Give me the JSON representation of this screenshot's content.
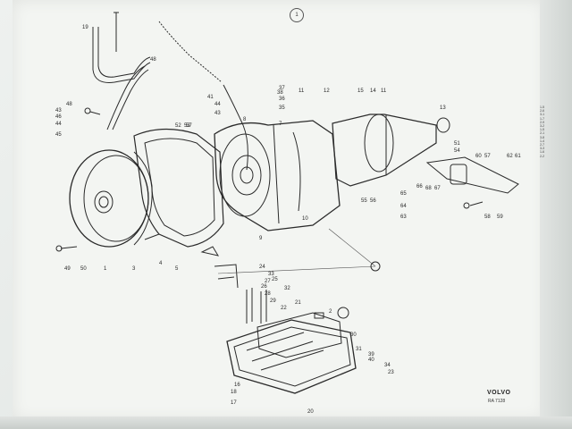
{
  "diagram": {
    "page_number": "1",
    "brand": "VOLVO",
    "code": "RA 7128",
    "side_codes": [
      "1-5",
      "2-6",
      "3-1",
      "1-7",
      "2-9",
      "3-2",
      "1-5",
      "2-1",
      "3-8",
      "1-4",
      "2-7",
      "3-3",
      "1-6",
      "2-2"
    ],
    "part_labels": [
      {
        "id": "p19",
        "text": "19"
      },
      {
        "id": "p48a",
        "text": "48"
      },
      {
        "id": "p46",
        "text": "46"
      },
      {
        "id": "p44",
        "text": "44"
      },
      {
        "id": "p43",
        "text": "43"
      },
      {
        "id": "p45",
        "text": "45"
      },
      {
        "id": "p49",
        "text": "49"
      },
      {
        "id": "p50",
        "text": "50"
      },
      {
        "id": "p1",
        "text": "1"
      },
      {
        "id": "p3",
        "text": "3"
      },
      {
        "id": "p5",
        "text": "5"
      },
      {
        "id": "p4",
        "text": "4"
      },
      {
        "id": "p52",
        "text": "52"
      },
      {
        "id": "p53",
        "text": "53"
      },
      {
        "id": "p48b",
        "text": "48"
      },
      {
        "id": "p57",
        "text": "57"
      },
      {
        "id": "p44b",
        "text": "44"
      },
      {
        "id": "p43b",
        "text": "43"
      },
      {
        "id": "p38",
        "text": "38"
      },
      {
        "id": "p37",
        "text": "37"
      },
      {
        "id": "p36",
        "text": "36"
      },
      {
        "id": "p35",
        "text": "35"
      },
      {
        "id": "p7",
        "text": "7"
      },
      {
        "id": "p8",
        "text": "8"
      },
      {
        "id": "p11",
        "text": "11"
      },
      {
        "id": "p12",
        "text": "12"
      },
      {
        "id": "p15",
        "text": "15"
      },
      {
        "id": "p14",
        "text": "14"
      },
      {
        "id": "p11b",
        "text": "11"
      },
      {
        "id": "p13",
        "text": "13"
      },
      {
        "id": "p51",
        "text": "51"
      },
      {
        "id": "p54",
        "text": "54"
      },
      {
        "id": "p60",
        "text": "60"
      },
      {
        "id": "p57b",
        "text": "57"
      },
      {
        "id": "p62",
        "text": "62"
      },
      {
        "id": "p61",
        "text": "61"
      },
      {
        "id": "p65",
        "text": "65"
      },
      {
        "id": "p68",
        "text": "68"
      },
      {
        "id": "p67",
        "text": "67"
      },
      {
        "id": "p64",
        "text": "64"
      },
      {
        "id": "p63",
        "text": "63"
      },
      {
        "id": "p66",
        "text": "66"
      },
      {
        "id": "p58",
        "text": "58"
      },
      {
        "id": "p59",
        "text": "59"
      },
      {
        "id": "p55",
        "text": "55"
      },
      {
        "id": "p56",
        "text": "56"
      },
      {
        "id": "p10",
        "text": "10"
      },
      {
        "id": "p9",
        "text": "9"
      },
      {
        "id": "p24",
        "text": "24"
      },
      {
        "id": "p33",
        "text": "33"
      },
      {
        "id": "p25",
        "text": "25"
      },
      {
        "id": "p32",
        "text": "32"
      },
      {
        "id": "p26",
        "text": "26"
      },
      {
        "id": "p27",
        "text": "27"
      },
      {
        "id": "p28",
        "text": "28"
      },
      {
        "id": "p29",
        "text": "29"
      },
      {
        "id": "p22",
        "text": "22"
      },
      {
        "id": "p21",
        "text": "21"
      },
      {
        "id": "p2",
        "text": "2"
      },
      {
        "id": "p30",
        "text": "30"
      },
      {
        "id": "p31",
        "text": "31"
      },
      {
        "id": "p16",
        "text": "16"
      },
      {
        "id": "p18",
        "text": "18"
      },
      {
        "id": "p17",
        "text": "17"
      },
      {
        "id": "p20",
        "text": "20"
      },
      {
        "id": "p34",
        "text": "34"
      },
      {
        "id": "p23",
        "text": "23"
      },
      {
        "id": "p39",
        "text": "39"
      },
      {
        "id": "p40",
        "text": "40"
      },
      {
        "id": "p41",
        "text": "41"
      }
    ]
  }
}
